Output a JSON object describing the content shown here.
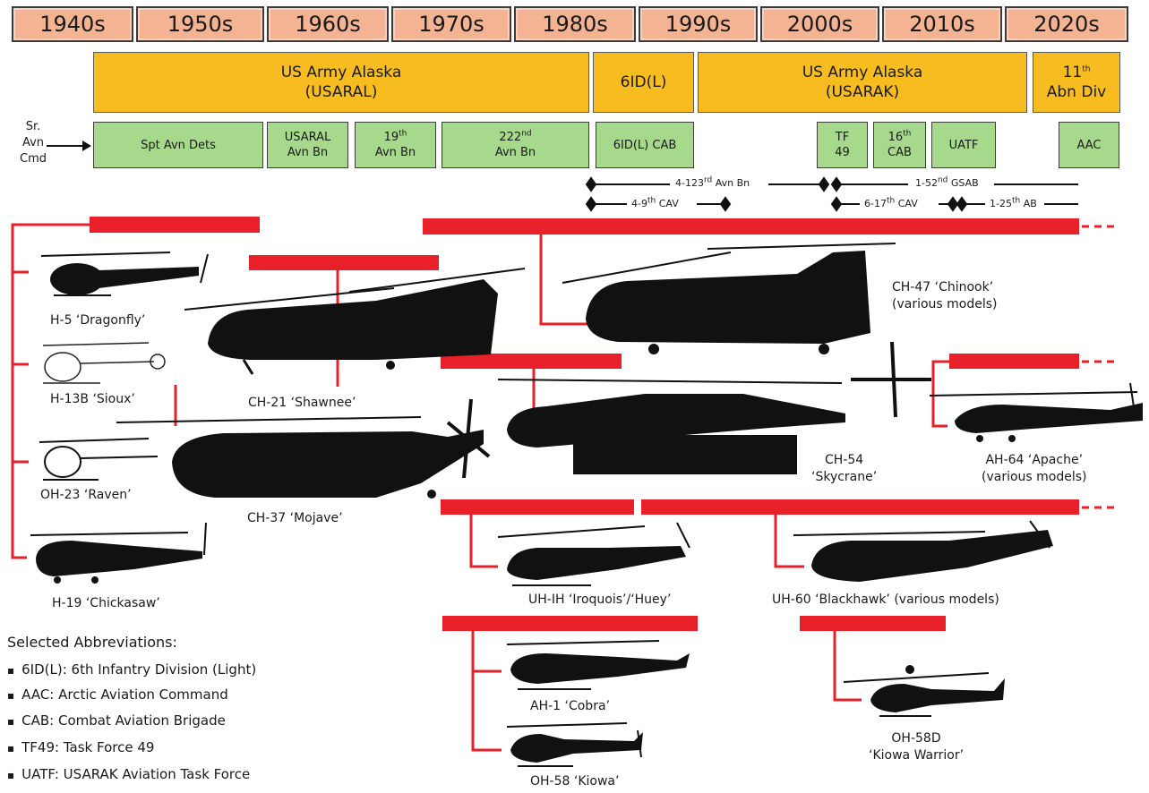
{
  "decades": [
    "1940s",
    "1950s",
    "1960s",
    "1970s",
    "1980s",
    "1990s",
    "2000s",
    "2010s",
    "2020s"
  ],
  "commands": {
    "usaral": "US Army Alaska\n(USARAL)",
    "sixid": "6ID(L)",
    "usarak": "US Army Alaska\n(USARAK)",
    "abn_div_num": "11",
    "abn_div_sup": "th",
    "abn_div_text": "Abn Div"
  },
  "sr_avn_cmd": "Sr.\nAvn\nCmd",
  "units": {
    "spt_avn_dets": "Spt Avn Dets",
    "usaral_avn_bn": "USARAL\nAvn Bn",
    "avn19_num": "19",
    "avn19_sup": "th",
    "avn19_text": "Avn Bn",
    "avn222_num": "222",
    "avn222_sup": "nd",
    "avn222_text": "Avn Bn",
    "sixid_cab": "6ID(L) CAB",
    "tf49": "TF\n49",
    "cab16_num": "16",
    "cab16_sup": "th",
    "cab16_text": "CAB",
    "uatf": "UATF",
    "aac": "AAC"
  },
  "bns": {
    "b4_123_pre": "4-123",
    "b4_123_sup": "rd",
    "b4_123_post": " Avn Bn",
    "b1_52_pre": "1-52",
    "b1_52_sup": "nd",
    "b1_52_post": " GSAB",
    "b4_9_pre": "4-9",
    "b4_9_sup": "th",
    "b4_9_post": " CAV",
    "b6_17_pre": "6-17",
    "b6_17_sup": "th",
    "b6_17_post": " CAV",
    "b1_25_pre": "1-25",
    "b1_25_sup": "th",
    "b1_25_post": " AB"
  },
  "helicopters": {
    "h5": "H-5 ‘Dragonfly’",
    "h13": "H-13B ‘Sioux’",
    "oh23": "OH-23 ‘Raven’",
    "h19": "H-19 ‘Chickasaw’",
    "ch21": "CH-21 ‘Shawnee’",
    "ch37": "CH-37 ‘Mojave’",
    "ch47": "CH-47 ‘Chinook’\n(various models)",
    "ch54": "CH-54\n‘Skycrane’",
    "ah64": "AH-64 ‘Apache’\n(various models)",
    "uh1": "UH-IH ‘Iroquois’/‘Huey’",
    "uh60": "UH-60 ‘Blackhawk’ (various models)",
    "ah1": "AH-1 ‘Cobra’",
    "oh58": "OH-58 ‘Kiowa’",
    "oh58d": "OH-58D\n‘Kiowa Warrior’"
  },
  "abbreviations": {
    "title": "Selected Abbreviations:",
    "items": [
      "6ID(L): 6th Infantry Division (Light)",
      "AAC: Arctic Aviation Command",
      "CAB: Combat Aviation Brigade",
      "TF49: Task Force 49",
      "UATF: USARAK Aviation Task Force"
    ]
  },
  "colors": {
    "decade_fill": "#f4b393",
    "command_fill": "#f7bd20",
    "unit_fill": "#a6d98c",
    "service_bar": "#e8202a",
    "silhouette": "#111111"
  }
}
